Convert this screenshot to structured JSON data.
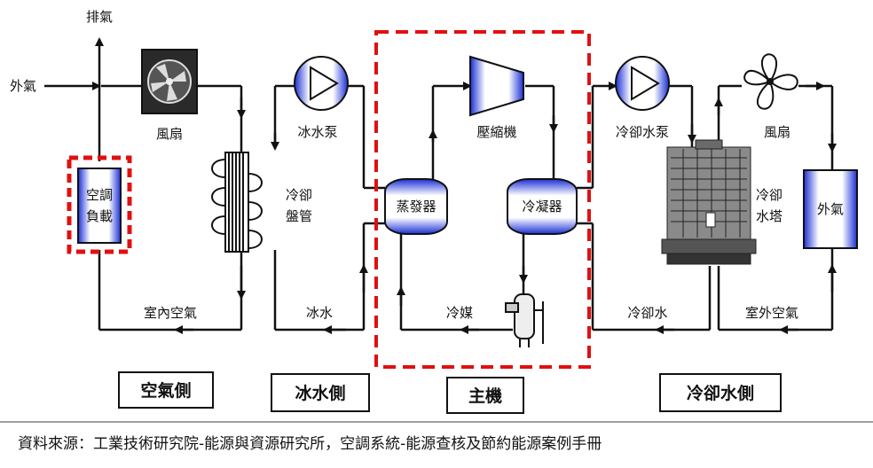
{
  "labels": {
    "exhaust": "排氣",
    "outside_air_in": "外氣",
    "fan_air": "風扇",
    "fan_tower": "風扇",
    "ac_load_line1": "空調",
    "ac_load_line2": "負載",
    "cooling_coil_line1": "冷卻",
    "cooling_coil_line2": "盤管",
    "chilled_water_pump": "冰水泵",
    "compressor": "壓縮機",
    "evaporator": "蒸發器",
    "condenser": "冷凝器",
    "cooling_water_pump": "冷卻水泵",
    "cooling_tower_line1": "冷卻",
    "cooling_tower_line2": "水塔",
    "outside_air_box": "外氣",
    "indoor_air": "室內空氣",
    "chilled_water": "冰水",
    "refrigerant": "冷媒",
    "cooling_water": "冷卻水",
    "outdoor_air": "室外空氣"
  },
  "sections": {
    "air_side": "空氣側",
    "chilled_water_side": "冰水側",
    "main_unit": "主機",
    "cooling_water_side": "冷卻水側"
  },
  "source": "資料來源：工業技術研究院-能源與資源研究所，空調系統-能源查核及節約能源案例手冊",
  "colors": {
    "pipe": "#111111",
    "component_blue": "#1a2fd6",
    "highlight_red": "#e01010",
    "footer_rule": "#9aa0a6"
  }
}
